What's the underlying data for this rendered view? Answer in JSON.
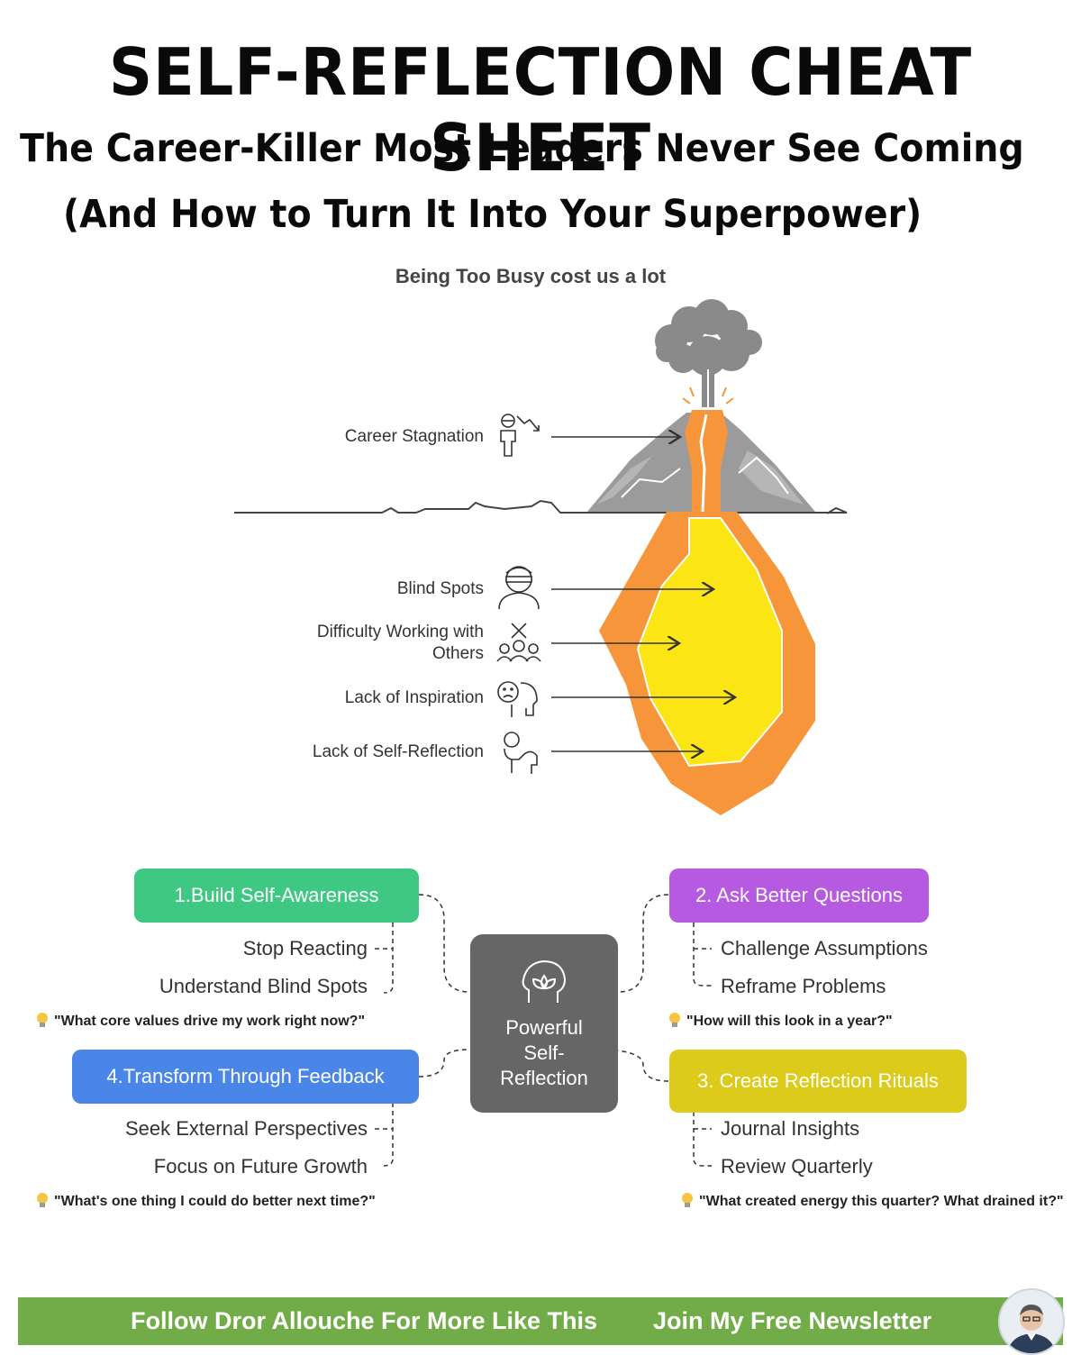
{
  "title": "SELF-REFLECTION CHEAT SHEET",
  "subtitle_line1": "The Career-Killer Most Leaders Never See Coming",
  "subtitle_line2": "(And How to Turn It Into Your Superpower)",
  "diagram": {
    "title": "Being Too Busy cost us a lot",
    "above_ground": {
      "label": "Career Stagnation",
      "icon": "career-decline-icon"
    },
    "below_ground": [
      {
        "label": "Blind Spots",
        "icon": "blindfold-person-icon"
      },
      {
        "label_line1": "Difficulty Working with",
        "label_line2": "Others",
        "icon": "team-conflict-icon"
      },
      {
        "label": "Lack of Inspiration",
        "icon": "sad-head-icon"
      },
      {
        "label": "Lack of Self-Reflection",
        "icon": "thinking-person-icon"
      }
    ]
  },
  "mindmap": {
    "center": {
      "line1": "Powerful",
      "line2": "Self-",
      "line3": "Reflection",
      "icon": "mind-lotus-icon",
      "color": "#666666"
    },
    "branches": [
      {
        "title": "1.Build Self-Awareness",
        "color": "#3ec882",
        "items": [
          "Stop Reacting",
          "Understand Blind Spots"
        ],
        "quote": "\"What core values drive my work right now?\""
      },
      {
        "title": "2. Ask Better Questions",
        "color": "#b75ae2",
        "items": [
          "Challenge Assumptions",
          "Reframe Problems"
        ],
        "quote": "\"How will this look in a year?\""
      },
      {
        "title": "3. Create Reflection Rituals",
        "color": "#dccb1a",
        "items": [
          "Journal Insights",
          "Review Quarterly"
        ],
        "quote": "\"What created energy this quarter? What drained it?\""
      },
      {
        "title": "4.Transform Through Feedback",
        "color": "#4a86e8",
        "items": [
          "Seek External Perspectives",
          "Focus on Future Growth"
        ],
        "quote": "\"What's one thing I could do better next time?\""
      }
    ]
  },
  "footer": {
    "follow": "Follow Dror Allouche For More Like This",
    "newsletter": "Join My Free Newsletter",
    "color": "#72ac48"
  }
}
